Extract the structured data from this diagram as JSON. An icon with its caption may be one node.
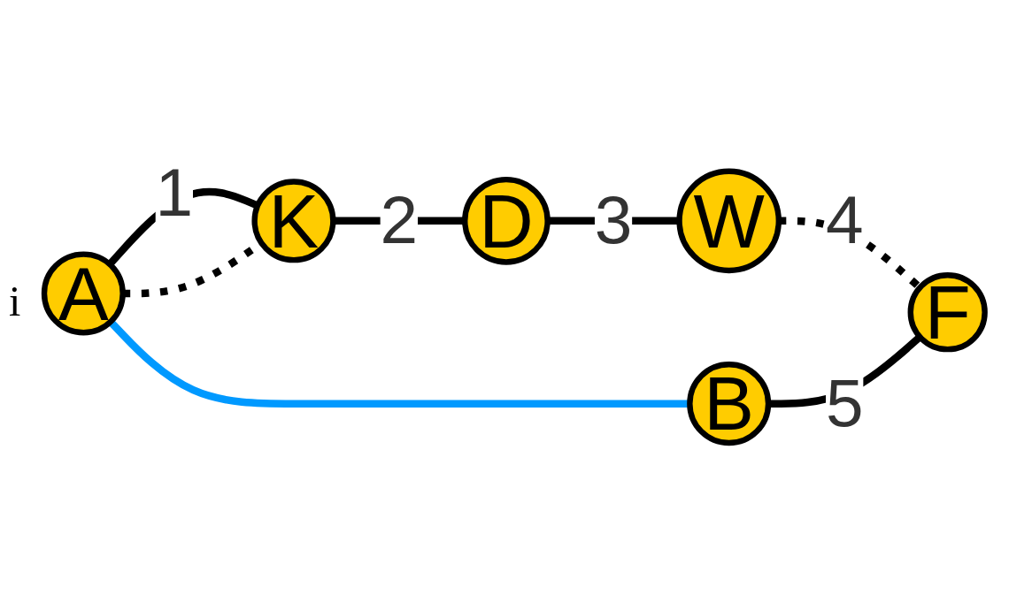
{
  "diagram": {
    "nodes": [
      {
        "text": [
          "A"
        ],
        "beside": [
          "i"
        ]
      },
      {
        "text": [
          "K"
        ]
      },
      {
        "text": [
          "D"
        ]
      },
      {
        "text": [
          "W"
        ]
      },
      {
        "text": [
          "B"
        ]
      },
      {
        "text": [
          "F"
        ]
      }
    ],
    "edges": [
      {
        "from": 0,
        "to": 1,
        "arrow": "none",
        "label": "1"
      },
      {
        "from": 0,
        "to": 1,
        "arrow": "none",
        "style": "dashed"
      },
      {
        "from": 1,
        "to": 2,
        "arrow": "none",
        "label": "2"
      },
      {
        "from": 2,
        "to": 3,
        "arrow": "none",
        "label": "3"
      },
      {
        "from": 3,
        "to": 5,
        "arrow": "none",
        "label": "4",
        "style": "dashed"
      },
      {
        "from": 0,
        "to": 4,
        "arrow": "none",
        "color": "#0099ff"
      },
      {
        "from": 4,
        "to": 5,
        "arrow": "none",
        "label": "5"
      }
    ]
  }
}
